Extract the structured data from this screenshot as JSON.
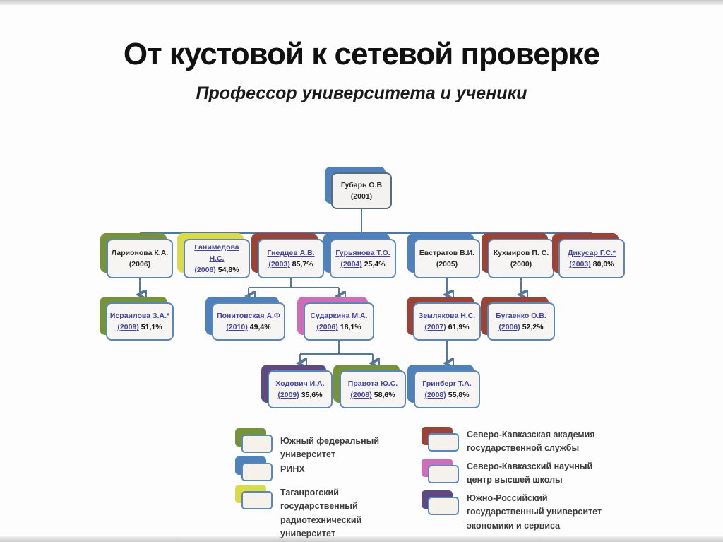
{
  "slide": {
    "title": "От кустовой к  сетевой проверке",
    "subtitle": "Профессор университета и ученики"
  },
  "tree": {
    "root": {
      "name": "Губарь О.В",
      "year": "(2001)"
    },
    "level2": [
      {
        "name": "Ларионова К.А.",
        "year": "(2006)",
        "pct": "",
        "affiliation": "green"
      },
      {
        "name": "Ганимедова Н.С.",
        "year": "(2006)",
        "pct": "54,8%",
        "affiliation": "yellow"
      },
      {
        "name": "Гнедцев А.В.",
        "year": "(2003)",
        "pct": "85,7%",
        "affiliation": "darkred"
      },
      {
        "name": "Гурьянова Т.О.",
        "year": "(2004)",
        "pct": "25,4%",
        "affiliation": "blue"
      },
      {
        "name": "Евстратов В.И.",
        "year": "(2005)",
        "pct": "",
        "affiliation": "blue"
      },
      {
        "name": "Кухмиров П. С.",
        "year": "(2000)",
        "pct": "",
        "affiliation": "darkred"
      },
      {
        "name": "Дикусар Г.С.*",
        "year": "(2003)",
        "pct": "80,0%",
        "affiliation": "darkred"
      }
    ],
    "level3": [
      {
        "name": "Исраилова З.А.*",
        "year": "(2009)",
        "pct": "51,1%",
        "affiliation": "green"
      },
      {
        "name": "Понитовская А.Ф",
        "year": "(2010)",
        "pct": "49,4%",
        "affiliation": "blue"
      },
      {
        "name": "Сударкина М.А.",
        "year": "(2006)",
        "pct": "18,1%",
        "affiliation": "pink"
      },
      {
        "name": "Землякова Н.С.",
        "year": "(2007)",
        "pct": "61,9%",
        "affiliation": "darkred"
      },
      {
        "name": "Бугаенко О.В.",
        "year": "(2006)",
        "pct": "52,2%",
        "affiliation": "darkred"
      }
    ],
    "level4": [
      {
        "name": "Ходович И.А.",
        "year": "(2009)",
        "pct": "35,6%",
        "affiliation": "purple"
      },
      {
        "name": "Правота Ю.С.",
        "year": "(2008)",
        "pct": "58,6%",
        "affiliation": "green"
      },
      {
        "name": "Гринберг Т.А.",
        "year": "(2008)",
        "pct": "55,8%",
        "affiliation": "blue"
      }
    ]
  },
  "legend": {
    "left": [
      {
        "color": "green",
        "label": "Южный федеральный университет"
      },
      {
        "color": "blue",
        "label": "РИНХ"
      },
      {
        "color": "yellow",
        "label": "Таганрогский государственный радиотехнический университет"
      }
    ],
    "right": [
      {
        "color": "darkred",
        "label": "Северо-Кавказская академия государственной службы"
      },
      {
        "color": "pink",
        "label": "Северо-Кавказский научный центр высшей  школы"
      },
      {
        "color": "purple",
        "label": "Южно-Российский государственный университет экономики и сервиса"
      }
    ]
  },
  "colors": {
    "blue": "#4f81bd",
    "green": "#76933c",
    "yellow": "#d9db48",
    "darkred": "#9c4338",
    "pink": "#cf6eb8",
    "purple": "#5c4a80",
    "connector": "#55779c",
    "link_text": "#44449b"
  }
}
